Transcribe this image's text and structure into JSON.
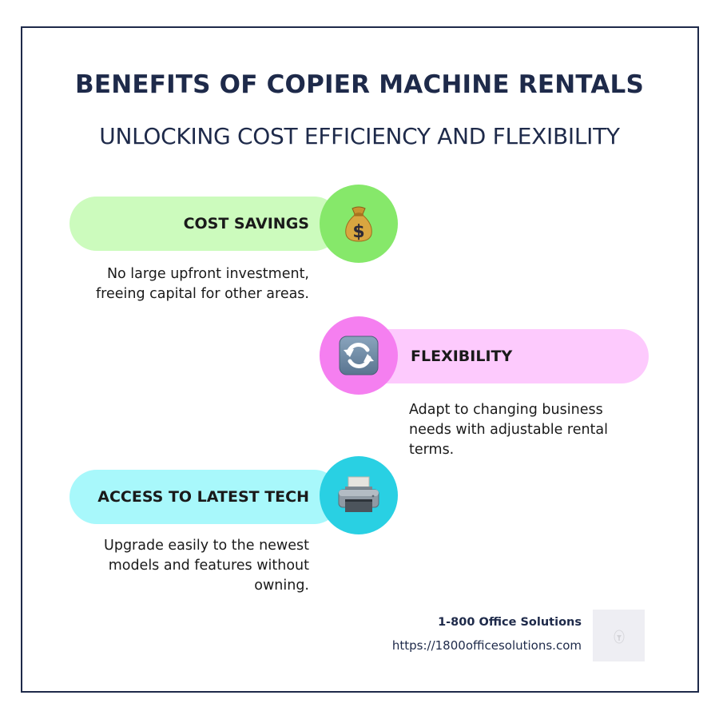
{
  "header": {
    "title": "BENEFITS OF COPIER MACHINE RENTALS",
    "subtitle": "UNLOCKING COST EFFICIENCY AND FLEXIBILITY"
  },
  "benefits": [
    {
      "label": "COST SAVINGS",
      "description": "No large upfront investment, freeing capital for other areas.",
      "icon": "money-bag-icon",
      "pill_color": "#ccfbbd",
      "circle_color": "#86e86a",
      "align": "right"
    },
    {
      "label": "FLEXIBILITY",
      "description": "Adapt to changing business needs with adjustable rental terms.",
      "icon": "refresh-arrows-icon",
      "pill_color": "#fdcafd",
      "circle_color": "#f57ff0",
      "align": "left"
    },
    {
      "label": "ACCESS TO LATEST TECH",
      "description": "Upgrade easily to the newest models and features without owning.",
      "icon": "printer-icon",
      "pill_color": "#a8f8fb",
      "circle_color": "#29d0e3",
      "align": "right"
    }
  ],
  "footer": {
    "company_name": "1-800 Office Solutions",
    "url": "https://1800officesolutions.com",
    "logo_icon": "logo-placeholder-icon"
  },
  "colors": {
    "frame_border": "#1e2a4a",
    "heading_text": "#1e2a4a",
    "body_text": "#1a1a1a",
    "background": "#ffffff"
  }
}
